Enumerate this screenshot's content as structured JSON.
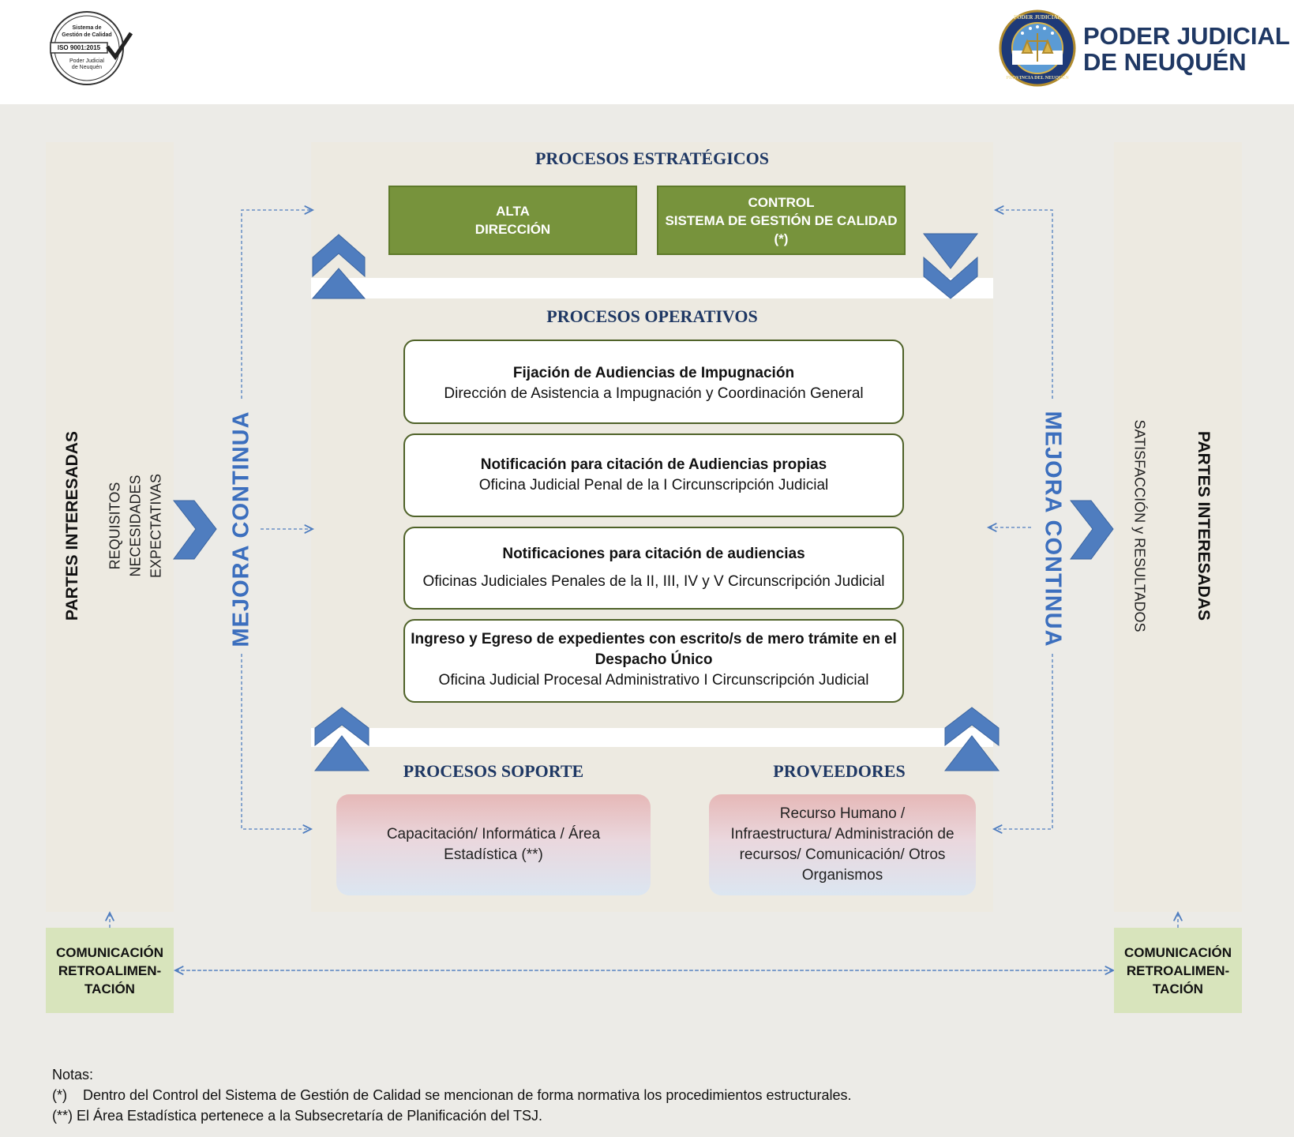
{
  "header": {
    "iso_logo": {
      "line1": "Sistema de",
      "line2": "Gestión de Calidad",
      "standard": "ISO 9001:2015",
      "org1": "Poder Judicial",
      "org2": "de Neuquén"
    },
    "seal": {
      "top_text": "PODER JUDICIAL",
      "bottom_text": "PROVINCIA DEL NEUQUEN"
    },
    "title_line1": "PODER JUDICIAL",
    "title_line2": "DE NEUQUÉN"
  },
  "left": {
    "partes_label": "PARTES INTERESADAS",
    "inputs": [
      "REQUISITOS",
      "NECESIDADES",
      "EXPECTATIVAS"
    ],
    "mejora_label": "MEJORA CONTINUA",
    "comm_line1": "COMUNICACIÓN",
    "comm_line2": "RETROALIMEN-",
    "comm_line3": "TACIÓN"
  },
  "right": {
    "partes_label": "PARTES INTERESADAS",
    "output": "SATISFACCIÓN y RESULTADOS",
    "mejora_label": "MEJORA CONTINUA",
    "comm_line1": "COMUNICACIÓN",
    "comm_line2": "RETROALIMEN-",
    "comm_line3": "TACIÓN"
  },
  "estrategicos": {
    "title": "PROCESOS ESTRATÉGICOS",
    "box1_line1": "ALTA",
    "box1_line2": "DIRECCIÓN",
    "box2_line1": "CONTROL",
    "box2_line2": "SISTEMA DE GESTIÓN DE CALIDAD",
    "box2_line3": "(*)"
  },
  "operativos": {
    "title": "PROCESOS OPERATIVOS",
    "items": [
      {
        "title": "Fijación de Audiencias de Impugnación",
        "subtitle": "Dirección de Asistencia a Impugnación y Coordinación General"
      },
      {
        "title": "Notificación para citación de Audiencias propias",
        "subtitle": "Oficina Judicial Penal de la I Circunscripción Judicial"
      },
      {
        "title": "Notificaciones para citación de audiencias",
        "subtitle": "Oficinas Judiciales Penales de la II, III, IV y V Circunscripción Judicial"
      },
      {
        "title_line1": "Ingreso y Egreso de expedientes con escrito/s de mero trámite en el",
        "title_line2": "Despacho Único",
        "subtitle": "Oficina Judicial Procesal Administrativo I Circunscripción Judicial"
      }
    ]
  },
  "soporte": {
    "title": "PROCESOS SOPORTE",
    "line1": "Capacitación/ Informática / Área",
    "line2": "Estadística (**)"
  },
  "proveedores": {
    "title": "PROVEEDORES",
    "line1": "Recurso Humano /",
    "line2": "Infraestructura/ Administración de",
    "line3": "recursos/ Comunicación/ Otros",
    "line4": "Organismos"
  },
  "notes": {
    "heading": "Notas:",
    "note1": "(*)    Dentro del Control del Sistema de Gestión de Calidad se mencionan de forma normativa los procedimientos estructurales.",
    "note2": "(**) El Área Estadística pertenece a la Subsecretaría de Planificación del TSJ."
  },
  "colors": {
    "navy": "#1f3864",
    "green": "#77933c",
    "arrow_blue": "#4f7dbf",
    "mejora_blue": "#3c6fbe"
  }
}
